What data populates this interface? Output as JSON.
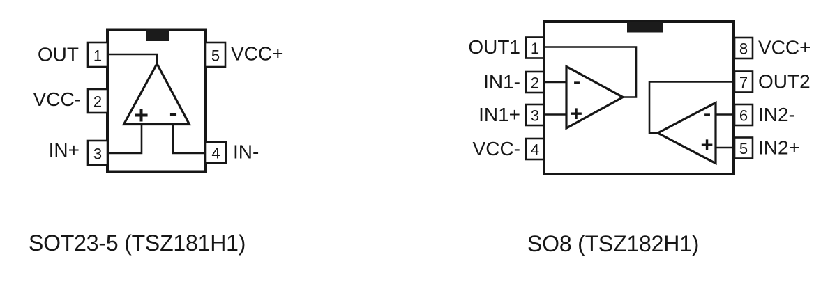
{
  "page": {
    "background_color": "#ffffff",
    "ink_color": "#161616"
  },
  "figures": {
    "sot23": {
      "caption": "SOT23-5 (TSZ181H1)",
      "package": "SOT23-5",
      "device": "TSZ181H1",
      "pins": {
        "p1": {
          "num": "1",
          "label": "OUT"
        },
        "p2": {
          "num": "2",
          "label": "VCC-"
        },
        "p3": {
          "num": "3",
          "label": "IN+"
        },
        "p4": {
          "num": "4",
          "label": "IN-"
        },
        "p5": {
          "num": "5",
          "label": "VCC+"
        }
      },
      "amp": {
        "plus": "+",
        "minus": "-"
      }
    },
    "so8": {
      "caption": "SO8 (TSZ182H1)",
      "package": "SO8",
      "device": "TSZ182H1",
      "pins": {
        "p1": {
          "num": "1",
          "label": "OUT1"
        },
        "p2": {
          "num": "2",
          "label": "IN1-"
        },
        "p3": {
          "num": "3",
          "label": "IN1+"
        },
        "p4": {
          "num": "4",
          "label": "VCC-"
        },
        "p5": {
          "num": "5",
          "label": "IN2+"
        },
        "p6": {
          "num": "6",
          "label": "IN2-"
        },
        "p7": {
          "num": "7",
          "label": "OUT2"
        },
        "p8": {
          "num": "8",
          "label": "VCC+"
        }
      },
      "amp1": {
        "plus": "+",
        "minus": "-"
      },
      "amp2": {
        "plus": "+",
        "minus": "-"
      }
    }
  }
}
